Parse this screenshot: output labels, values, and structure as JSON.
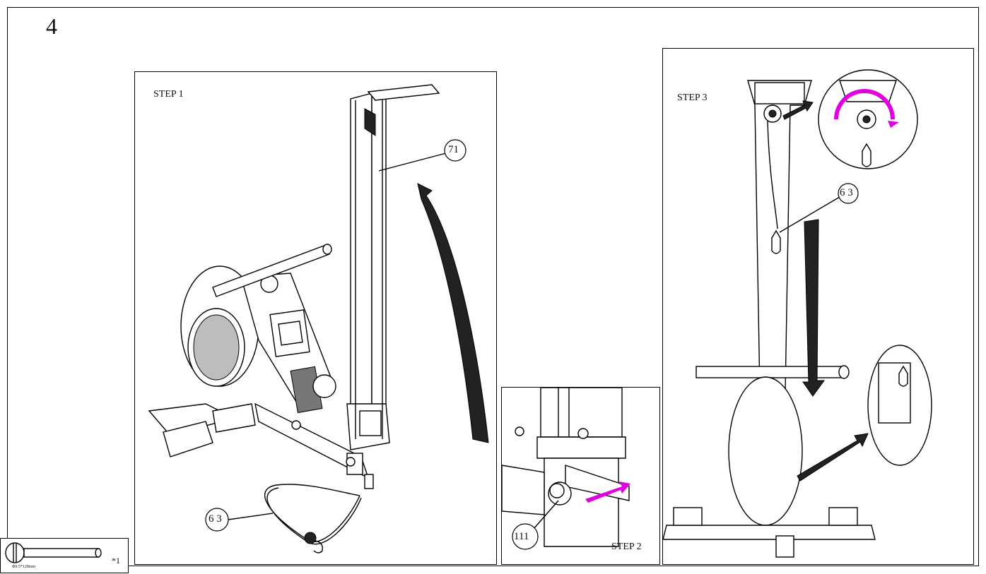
{
  "page_number": "4",
  "colors": {
    "line": "#000000",
    "arrow_dark": "#222222",
    "highlight": "#e000e0"
  },
  "steps": {
    "step1": {
      "label": "STEP 1",
      "callouts": [
        "71",
        "63"
      ]
    },
    "step2": {
      "label": "STEP 2",
      "callouts": [
        "111"
      ]
    },
    "step3": {
      "label": "STEP 3",
      "callouts": [
        "6 3"
      ]
    }
  },
  "callout_63_step1": "6 3",
  "part": {
    "spec": "Φ9.5*128mm",
    "qty": "*1"
  }
}
